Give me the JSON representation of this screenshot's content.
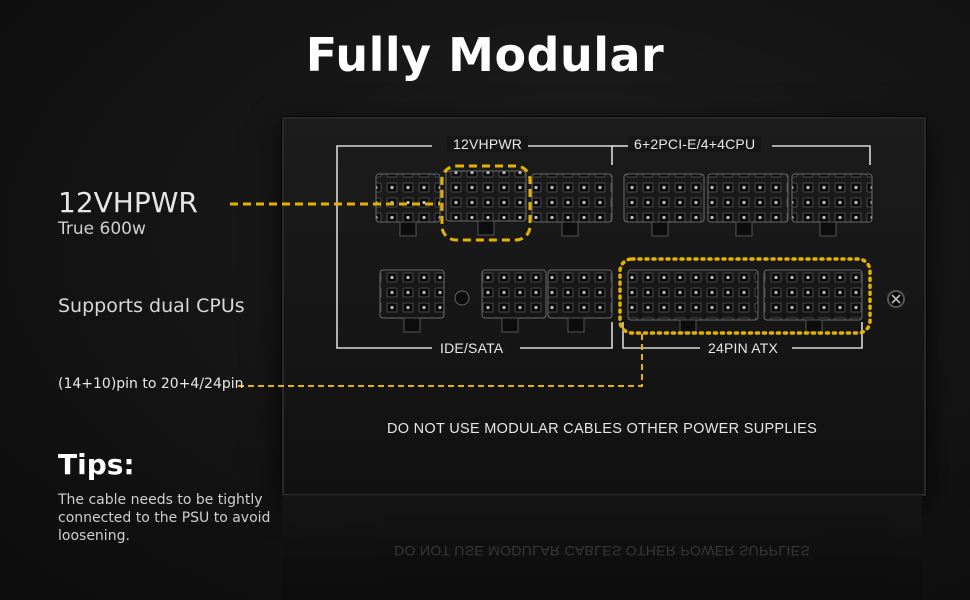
{
  "title": "Fully Modular",
  "labels": {
    "top_left": "12VHPWR",
    "top_right": "6+2PCI-E/4+4CPU",
    "bottom_left": "IDE/SATA",
    "bottom_right": "24PIN ATX"
  },
  "warning": "DO NOT USE MODULAR CABLES OTHER POWER SUPPLIES",
  "side": {
    "heading": "12VHPWR",
    "subheading": "True 600w",
    "cpu": "Supports dual CPUs",
    "pin": "(14+10)pin to 20+4/24pin"
  },
  "tips": {
    "title": "Tips:",
    "body": "The cable needs to be tightly connected to the PSU to avoid loosening."
  },
  "colors": {
    "highlight": "#e6b200",
    "background": "#121212"
  }
}
